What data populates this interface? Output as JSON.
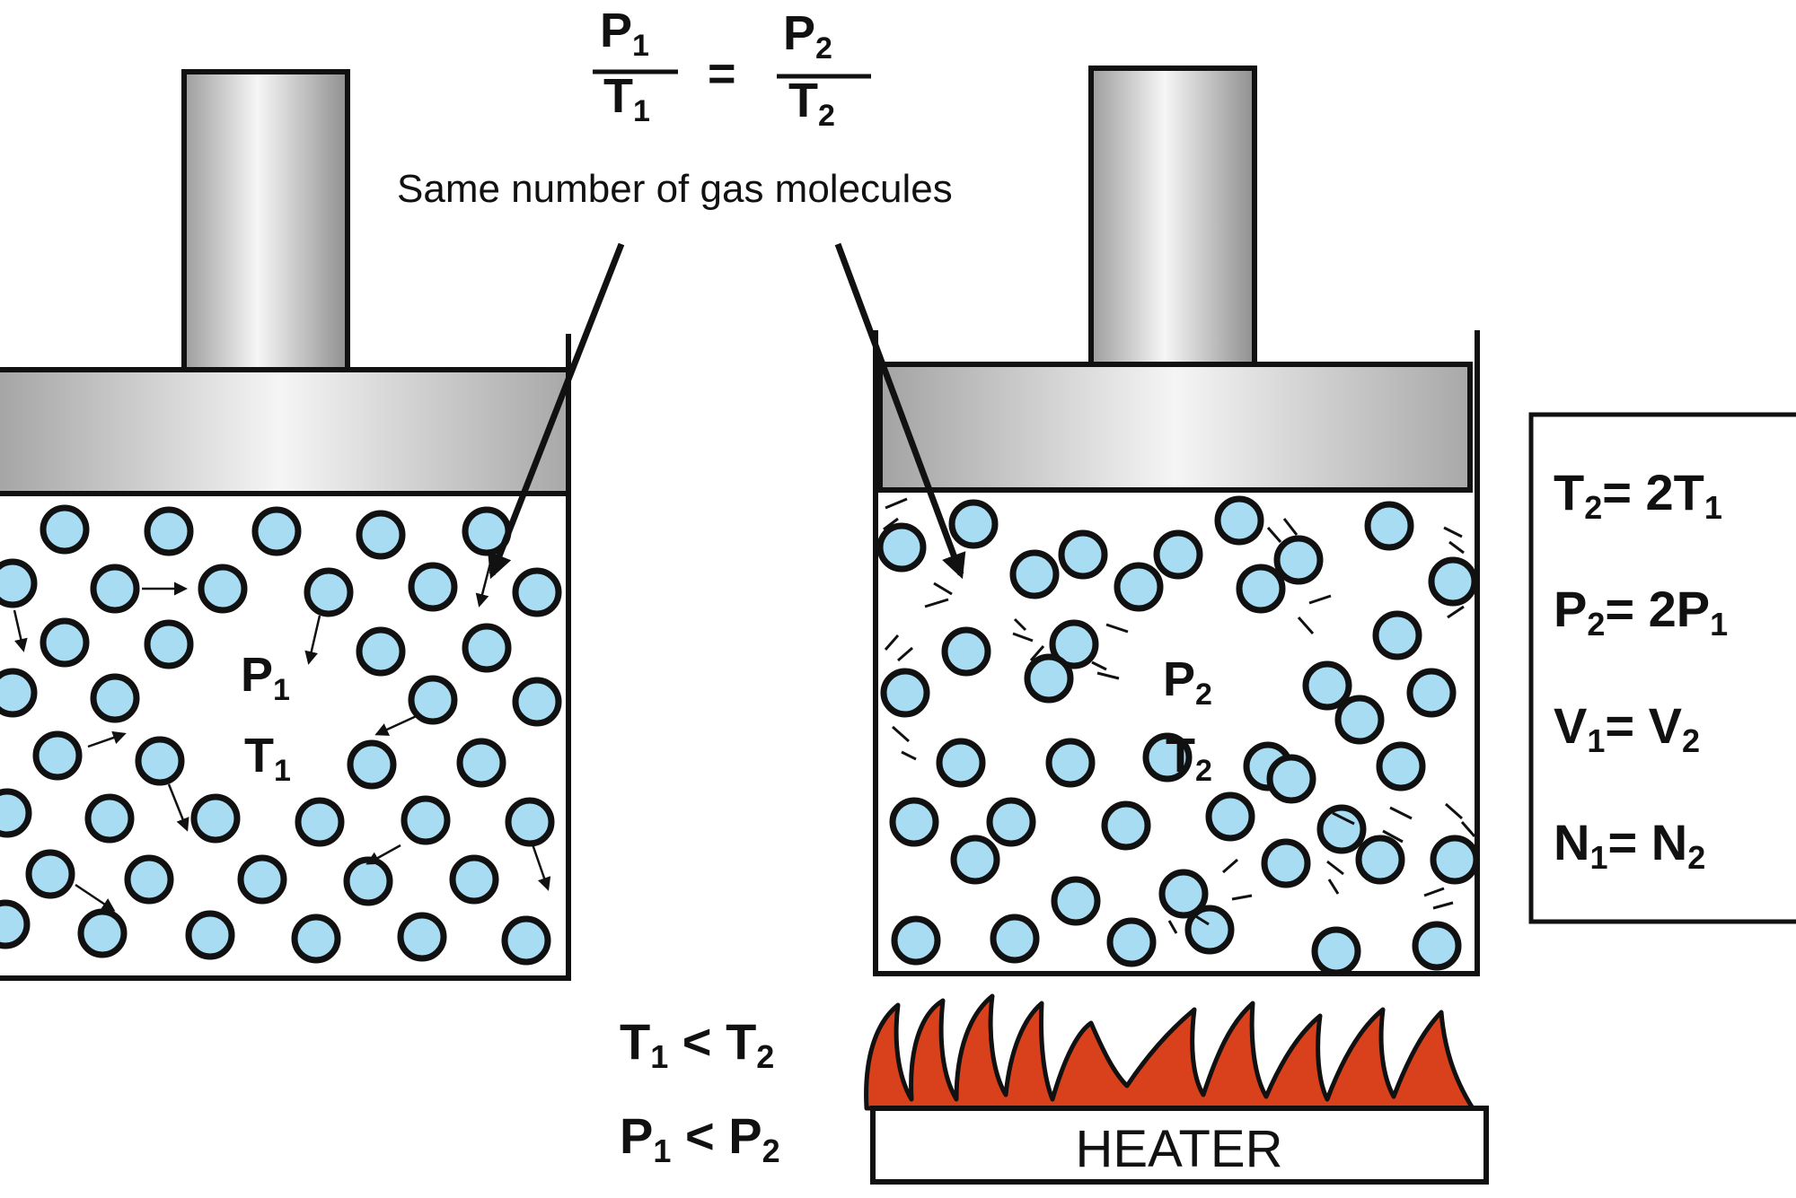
{
  "formula": {
    "p1": "P",
    "p1_sub": "1",
    "t1": "T",
    "t1_sub": "1",
    "equals": "=",
    "p2": "P",
    "p2_sub": "2",
    "t2": "T",
    "t2_sub": "2"
  },
  "caption": "Same number of gas molecules",
  "left_container": {
    "p_label": "P",
    "p_sub": "1",
    "t_label": "T",
    "t_sub": "1"
  },
  "right_container": {
    "p_label": "P",
    "p_sub": "2",
    "t_label": "T",
    "t_sub": "2"
  },
  "relations": [
    {
      "lhs": "T",
      "lhs_sub": "2",
      "rhs": "= 2T",
      "rhs_sub": "1"
    },
    {
      "lhs": "P",
      "lhs_sub": "2",
      "rhs": "= 2P",
      "rhs_sub": "1"
    },
    {
      "lhs": "V",
      "lhs_sub": "1",
      "rhs": "= V",
      "rhs_sub": "2"
    },
    {
      "lhs": "N",
      "lhs_sub": "1",
      "rhs": "= N",
      "rhs_sub": "2"
    }
  ],
  "comparisons": [
    {
      "lhs": "T",
      "lhs_sub": "1",
      "op": " < T",
      "rhs_sub": "2"
    },
    {
      "lhs": "P",
      "lhs_sub": "1",
      "op": " < P",
      "rhs_sub": "2"
    }
  ],
  "heater_label": "HEATER",
  "colors": {
    "molecule": "#a8dcf2",
    "flame": "#d8411b",
    "piston_light": "#f4f4f4",
    "piston_dark": "#a9a9a9",
    "outline": "#111111"
  }
}
